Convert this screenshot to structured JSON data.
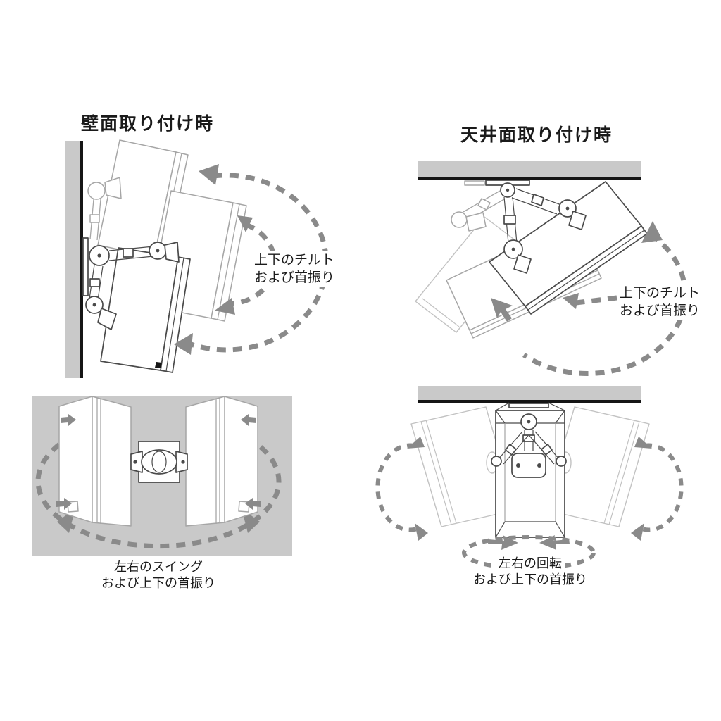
{
  "colors": {
    "surface_gray": "#c9c9c9",
    "arrow_gray": "#8a8a8a",
    "ink": "#4a4a4a",
    "ghost": "#a6a6a6",
    "ghost_light": "#c2c2c2",
    "black": "#151515"
  },
  "wall_mount": {
    "title": "壁面取り付け時",
    "motion_label_line1": "上下のチルト",
    "motion_label_line2": "および首振り"
  },
  "ceiling_mount": {
    "title": "天井面取り付け時",
    "motion_label_line1": "上下のチルト",
    "motion_label_line2": "および首振り"
  },
  "wall_swing": {
    "motion_label_line1": "左右のスイング",
    "motion_label_line2": "および上下の首振り"
  },
  "ceiling_rotation": {
    "motion_label_line1": "左右の回転",
    "motion_label_line2": "および上下の首振り"
  }
}
